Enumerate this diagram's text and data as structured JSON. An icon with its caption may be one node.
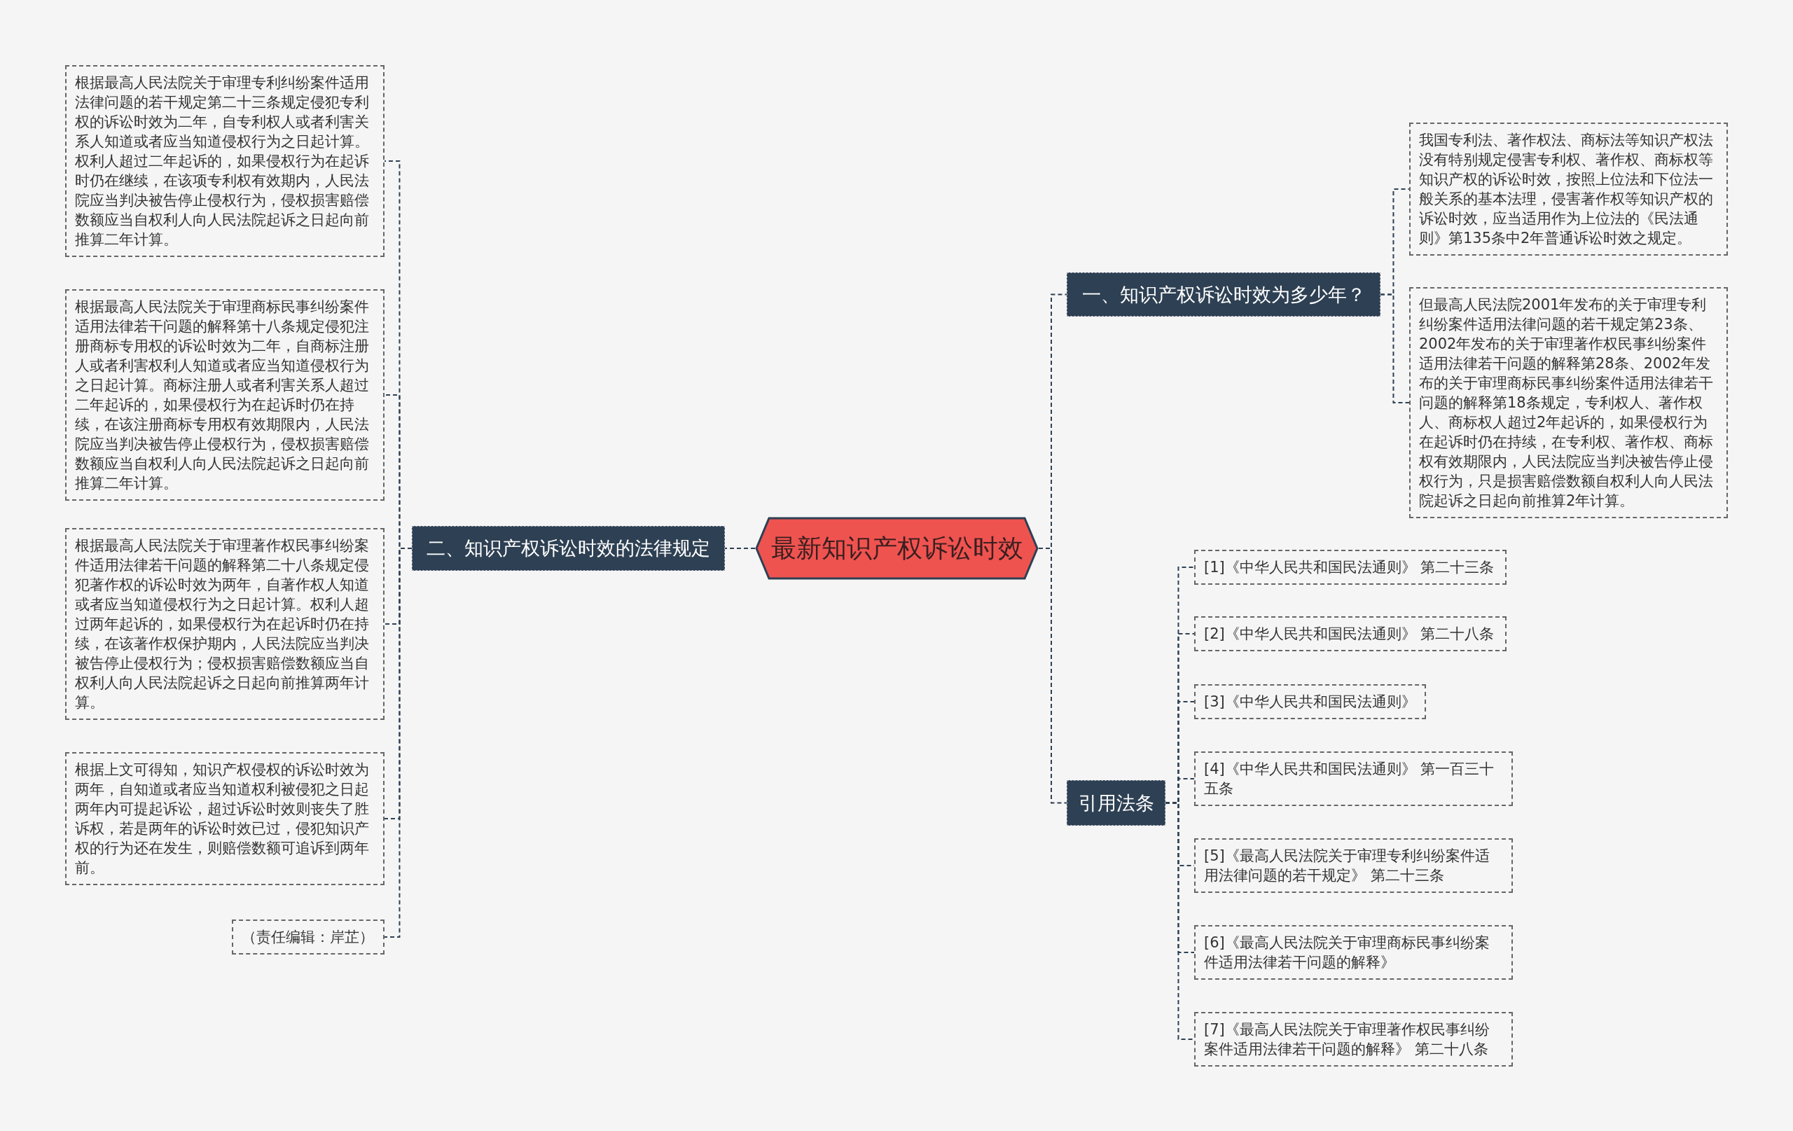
{
  "diagram": {
    "nodes": [
      {
        "text": [
          "最新知识产权诉讼时效"
        ]
      },
      {
        "text": [
          "一、知识产权诉讼时效为多少年？"
        ]
      },
      {
        "text": [
          "我国专利法、著作权法、商标法等知识产权法没有特别规定侵害专利权、著作权、商标权等知识产权的诉讼时效，按照上位法和下位法一般关系的基本法理，侵害著作权等知识产权的诉讼时效，应当适用作为上位法的《民法通则》第135条中2年普通诉讼时效之规定。"
        ]
      },
      {
        "text": [
          "但最高人民法院2001年发布的关于审理专利纠纷案件适用法律问题的若干规定第23条、2002年发布的关于审理著作权民事纠纷案件适用法律若干问题的解释第28条、2002年发布的关于审理商标民事纠纷案件适用法律若干问题的解释第18条规定，专利权人、著作权人、商标权人超过2年起诉的，如果侵权行为在起诉时仍在持续，在专利权、著作权、商标权有效期限内，人民法院应当判决被告停止侵权行为，只是损害赔偿数额自权利人向人民法院起诉之日起向前推算2年计算。"
        ]
      },
      {
        "text": [
          "二、知识产权诉讼时效的法律规定"
        ]
      },
      {
        "text": [
          "根据最高人民法院关于审理专利纠纷案件适用法律问题的若干规定第二十三条规定侵犯专利权的诉讼时效为二年，自专利权人或者利害关系人知道或者应当知道侵权行为之日起计算。权利人超过二年起诉的，如果侵权行为在起诉时仍在继续，在该项专利权有效期内，人民法院应当判决被告停止侵权行为，侵权损害赔偿数额应当自权利人向人民法院起诉之日起向前推算二年计算。"
        ]
      },
      {
        "text": [
          "根据最高人民法院关于审理商标民事纠纷案件适用法律若干问题的解释第十八条规定侵犯注册商标专用权的诉讼时效为二年，自商标注册人或者利害权利人知道或者应当知道侵权行为之日起计算。商标注册人或者利害关系人超过二年起诉的，如果侵权行为在起诉时仍在持续，在该注册商标专用权有效期限内，人民法院应当判决被告停止侵权行为，侵权损害赔偿数额应当自权利人向人民法院起诉之日起向前推算二年计算。"
        ]
      },
      {
        "text": [
          "根据最高人民法院关于审理著作权民事纠纷案件适用法律若干问题的解释第二十八条规定侵犯著作权的诉讼时效为两年，自著作权人知道或者应当知道侵权行为之日起计算。权利人超过两年起诉的，如果侵权行为在起诉时仍在持续，在该著作权保护期内，人民法院应当判决被告停止侵权行为；侵权损害赔偿数额应当自权利人向人民法院起诉之日起向前推算两年计算。"
        ]
      },
      {
        "text": [
          "根据上文可得知，知识产权侵权的诉讼时效为两年，自知道或者应当知道权利被侵犯之日起两年内可提起诉讼，超过诉讼时效则丧失了胜诉权，若是两年的诉讼时效已过，侵犯知识产权的行为还在发生，则赔偿数额可追诉到两年前。"
        ]
      },
      {
        "text": [
          "（责任编辑：岸芷）"
        ]
      },
      {
        "text": [
          "引用法条"
        ]
      },
      {
        "text": [
          "[1]《中华人民共和国民法通则》 第二十三条"
        ]
      },
      {
        "text": [
          "[2]《中华人民共和国民法通则》 第二十八条"
        ]
      },
      {
        "text": [
          "[3]《中华人民共和国民法通则》"
        ]
      },
      {
        "text": [
          "[4]《中华人民共和国民法通则》 第一百三十五条"
        ]
      },
      {
        "text": [
          "[5]《最高人民法院关于审理专利纠纷案件适用法律问题的若干规定》 第二十三条"
        ]
      },
      {
        "text": [
          "[6]《最高人民法院关于审理商标民事纠纷案件适用法律若干问题的解释》"
        ]
      },
      {
        "text": [
          "[7]《最高人民法院关于审理著作权民事纠纷案件适用法律若干问题的解释》 第二十八条"
        ]
      }
    ],
    "edges": [
      {
        "from": 0,
        "to": 1,
        "arrow": "none"
      },
      {
        "from": 0,
        "to": 4,
        "arrow": "none"
      },
      {
        "from": 0,
        "to": 10,
        "arrow": "none"
      },
      {
        "from": 1,
        "to": 2,
        "arrow": "none"
      },
      {
        "from": 1,
        "to": 3,
        "arrow": "none"
      },
      {
        "from": 4,
        "to": 5,
        "arrow": "none"
      },
      {
        "from": 4,
        "to": 6,
        "arrow": "none"
      },
      {
        "from": 4,
        "to": 7,
        "arrow": "none"
      },
      {
        "from": 4,
        "to": 8,
        "arrow": "none"
      },
      {
        "from": 4,
        "to": 9,
        "arrow": "none"
      },
      {
        "from": 10,
        "to": 11,
        "arrow": "none"
      },
      {
        "from": 10,
        "to": 12,
        "arrow": "none"
      },
      {
        "from": 10,
        "to": 13,
        "arrow": "none"
      },
      {
        "from": 10,
        "to": 14,
        "arrow": "none"
      },
      {
        "from": 10,
        "to": 15,
        "arrow": "none"
      },
      {
        "from": 10,
        "to": 16,
        "arrow": "none"
      },
      {
        "from": 10,
        "to": 17,
        "arrow": "none"
      }
    ]
  }
}
